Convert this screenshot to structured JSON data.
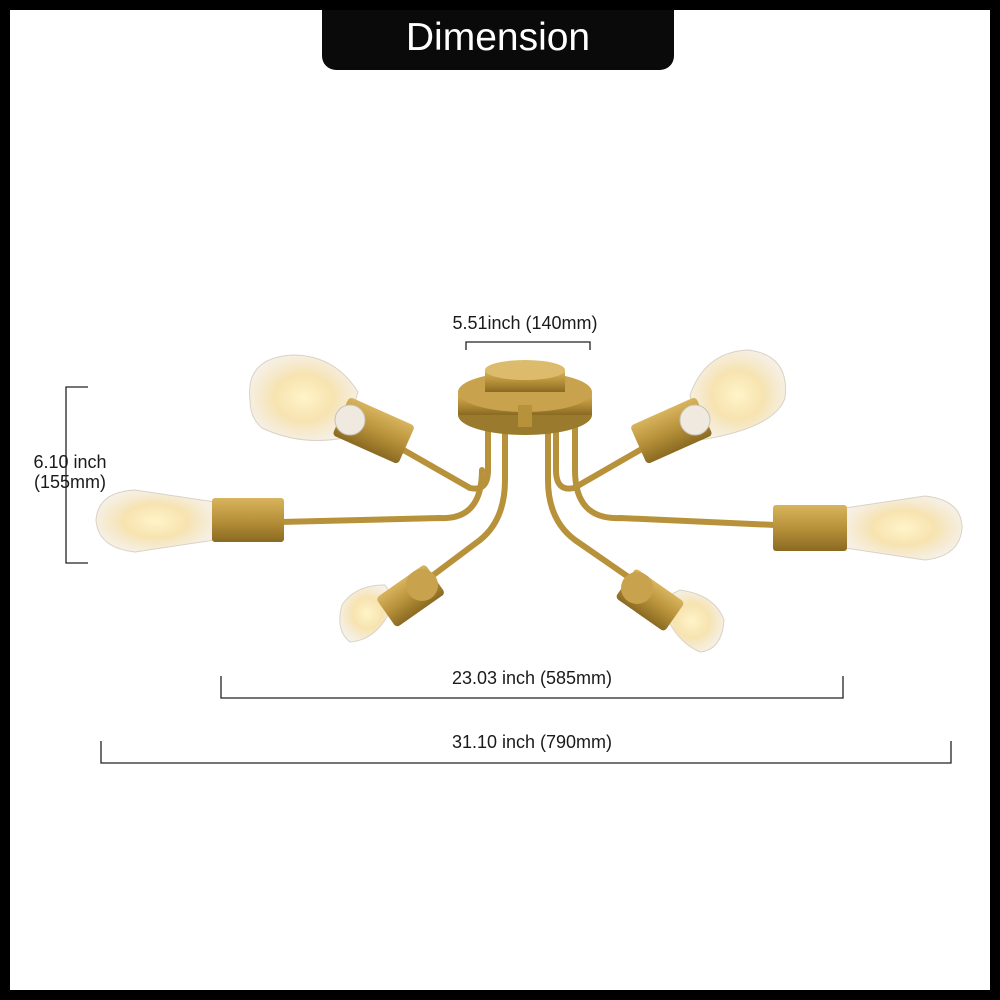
{
  "title": "Dimension",
  "dimensions": {
    "canopy_width": "5.51inch (140mm)",
    "height_inch": "6.10 inch",
    "height_mm": "(155mm)",
    "arm_span": "23.03 inch (585mm)",
    "overall_width": "31.10 inch (790mm)"
  },
  "product": {
    "name_icon": "sputnik-ceiling-light-icon",
    "bulb_count": 6,
    "finish_color": "#b8923a",
    "bulb_glow_color": "#f5d58a"
  }
}
